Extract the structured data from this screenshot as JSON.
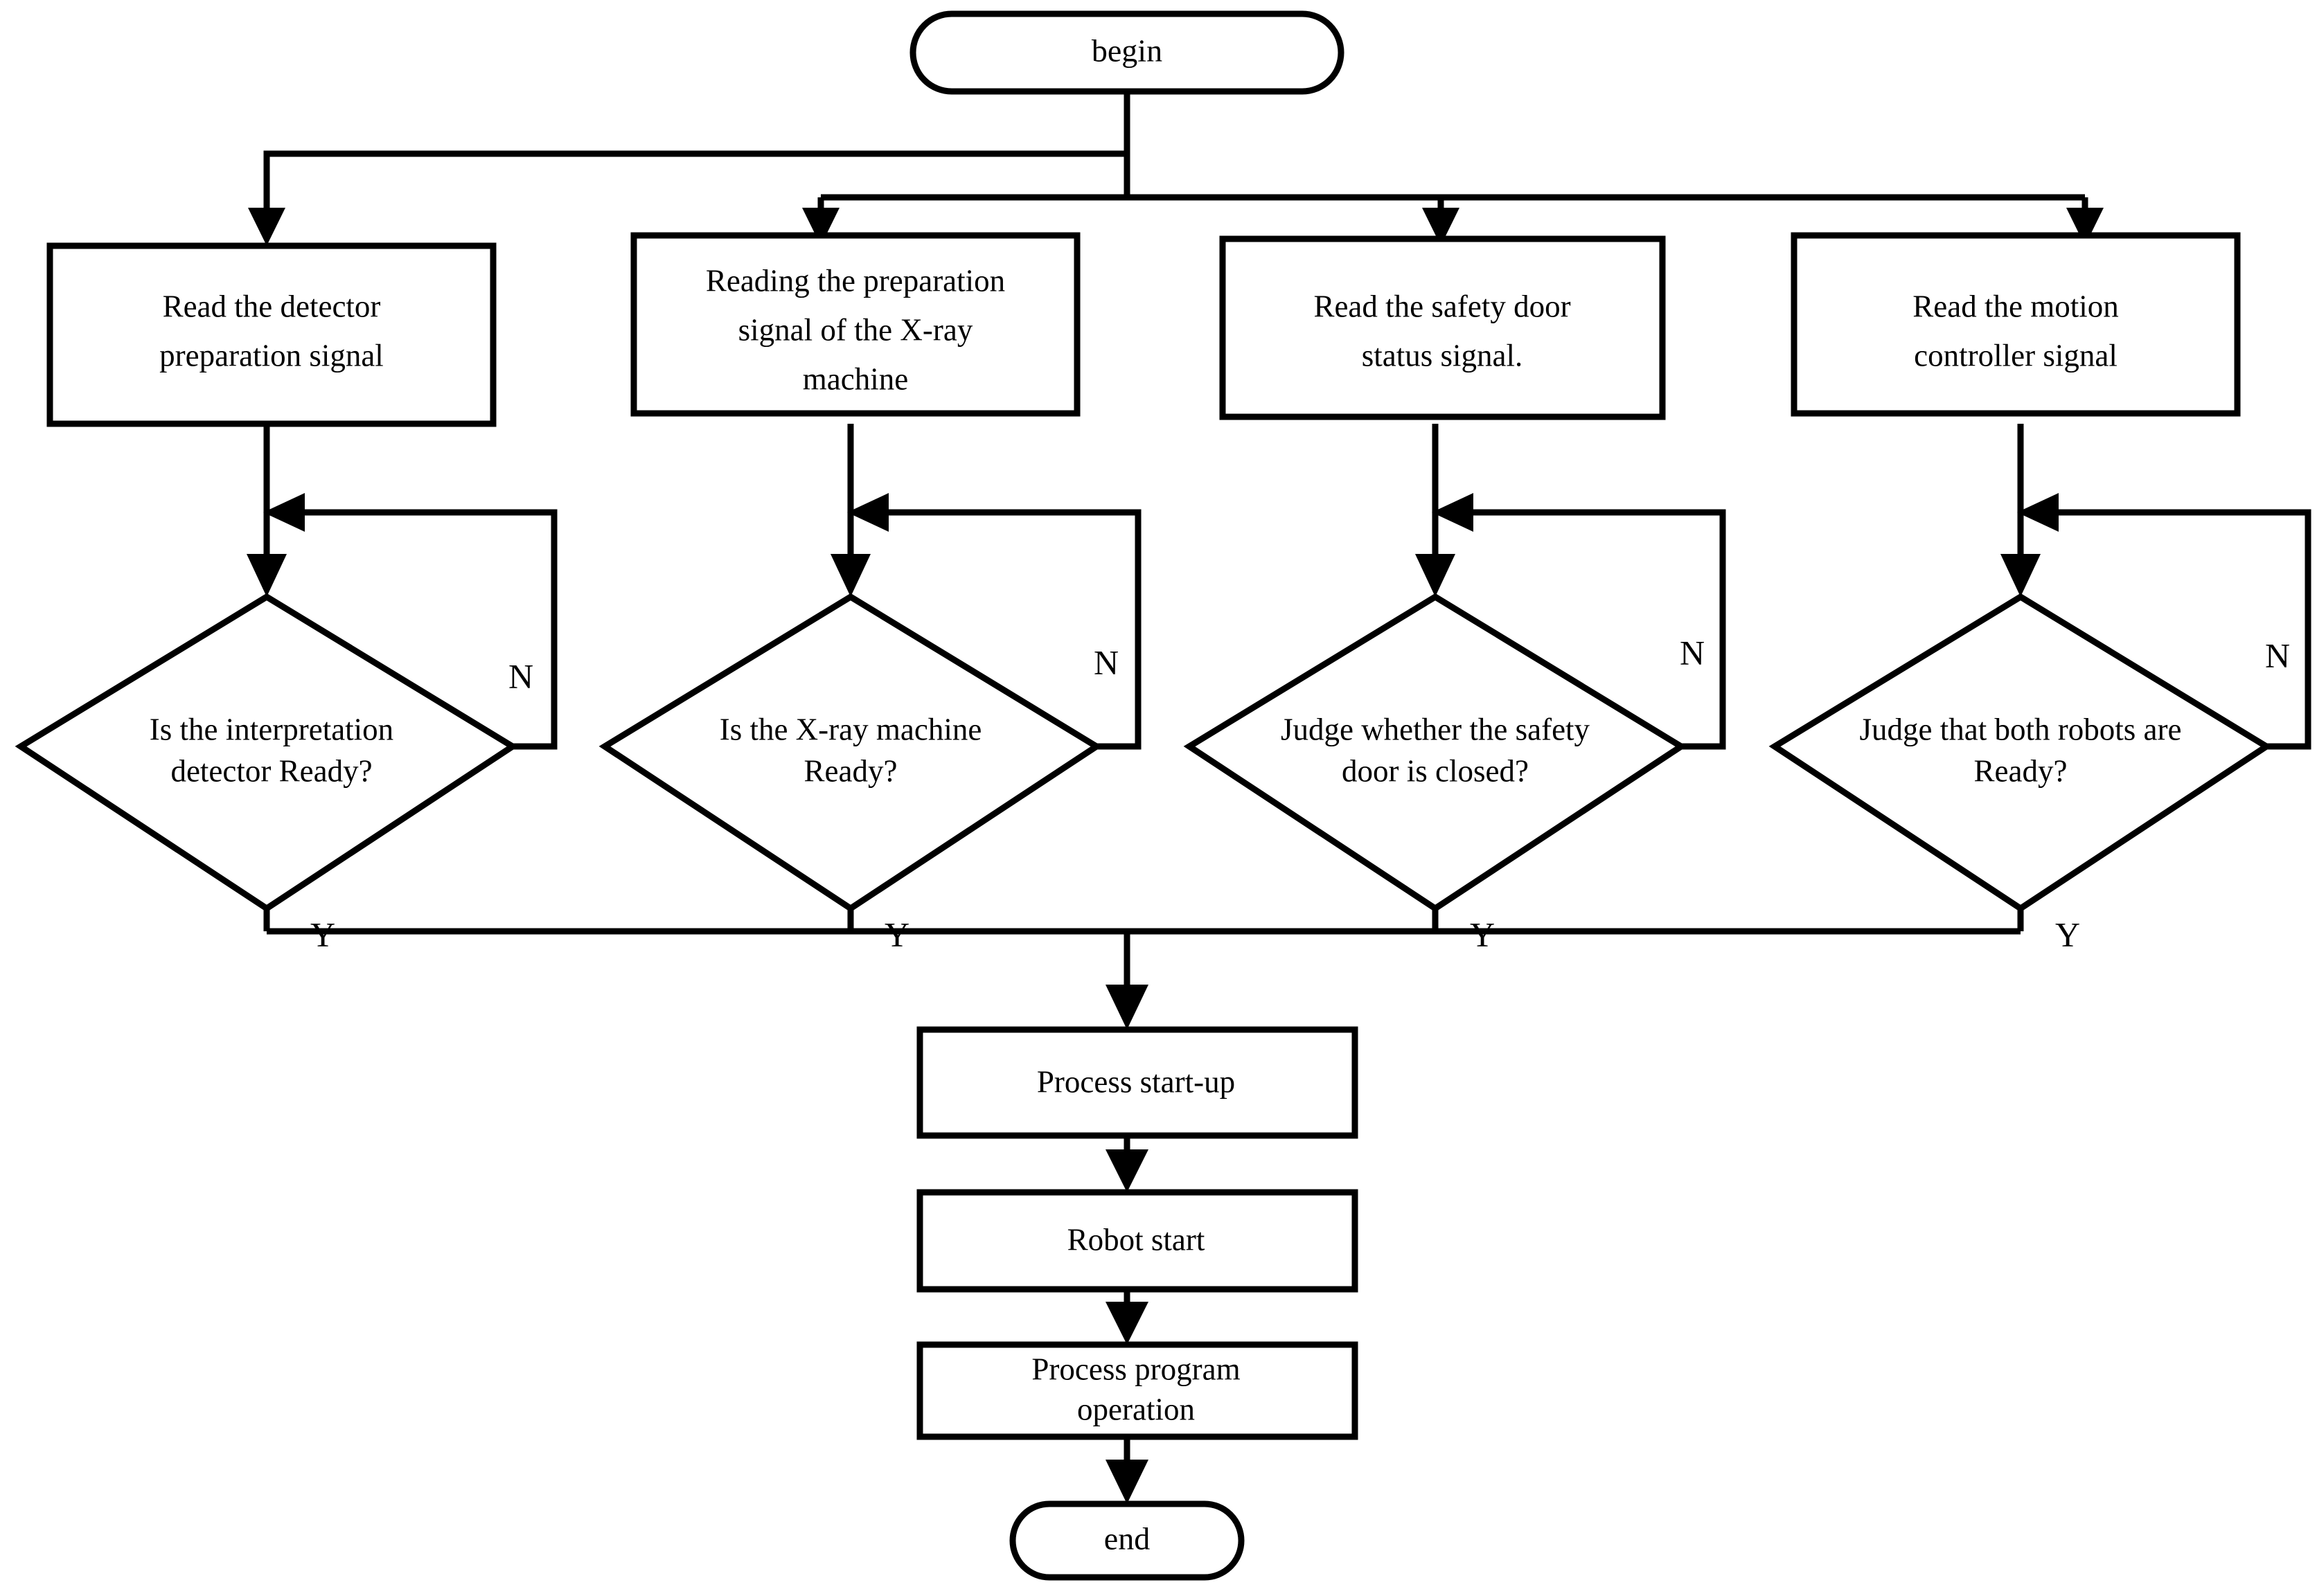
{
  "diagram": {
    "type": "flowchart",
    "orientation": "top-to-bottom",
    "background_color": "#ffffff",
    "line_color": "#000000",
    "nodes": {
      "begin": {
        "label": "begin",
        "shape": "terminator"
      },
      "read_detector": {
        "label_line1": "Read the detector",
        "label_line2": "preparation signal",
        "shape": "process"
      },
      "read_xray": {
        "label_line1": "Reading the preparation",
        "label_line2": "signal of the X-ray",
        "label_line3": "machine",
        "shape": "process"
      },
      "read_safety_door": {
        "label_line1": "Read the safety door",
        "label_line2": "status signal.",
        "shape": "process"
      },
      "read_motion_controller": {
        "label_line1": "Read the motion",
        "label_line2": "controller signal",
        "shape": "process"
      },
      "decide_detector": {
        "label_line1": "Is the interpretation",
        "label_line2": "detector Ready?",
        "shape": "decision"
      },
      "decide_xray": {
        "label_line1": "Is the X-ray machine",
        "label_line2": "Ready?",
        "shape": "decision"
      },
      "decide_safety_door": {
        "label_line1": "Judge whether the safety",
        "label_line2": "door is closed?",
        "shape": "decision"
      },
      "decide_robots": {
        "label_line1": "Judge that both robots are",
        "label_line2": "Ready?",
        "shape": "decision"
      },
      "process_startup": {
        "label": "Process start-up",
        "shape": "process"
      },
      "robot_start": {
        "label": "Robot start",
        "shape": "process"
      },
      "process_program_operation": {
        "label_line1": "Process program",
        "label_line2": "operation",
        "shape": "process"
      },
      "end": {
        "label": "end",
        "shape": "terminator"
      }
    },
    "branch_labels": {
      "no": "N",
      "yes": "Y"
    },
    "edges": [
      {
        "from": "begin",
        "to": "read_detector",
        "label": ""
      },
      {
        "from": "begin",
        "to": "read_xray",
        "label": ""
      },
      {
        "from": "begin",
        "to": "read_safety_door",
        "label": ""
      },
      {
        "from": "begin",
        "to": "read_motion_controller",
        "label": ""
      },
      {
        "from": "read_detector",
        "to": "decide_detector",
        "label": ""
      },
      {
        "from": "read_xray",
        "to": "decide_xray",
        "label": ""
      },
      {
        "from": "read_safety_door",
        "to": "decide_safety_door",
        "label": ""
      },
      {
        "from": "read_motion_controller",
        "to": "decide_robots",
        "label": ""
      },
      {
        "from": "decide_detector",
        "to": "decide_detector",
        "label": "N"
      },
      {
        "from": "decide_xray",
        "to": "decide_xray",
        "label": "N"
      },
      {
        "from": "decide_safety_door",
        "to": "decide_safety_door",
        "label": "N"
      },
      {
        "from": "decide_robots",
        "to": "decide_robots",
        "label": "N"
      },
      {
        "from": "decide_detector",
        "to": "process_startup",
        "label": "Y"
      },
      {
        "from": "decide_xray",
        "to": "process_startup",
        "label": "Y"
      },
      {
        "from": "decide_safety_door",
        "to": "process_startup",
        "label": "Y"
      },
      {
        "from": "decide_robots",
        "to": "process_startup",
        "label": "Y"
      },
      {
        "from": "process_startup",
        "to": "robot_start",
        "label": ""
      },
      {
        "from": "robot_start",
        "to": "process_program_operation",
        "label": ""
      },
      {
        "from": "process_program_operation",
        "to": "end",
        "label": ""
      }
    ]
  }
}
